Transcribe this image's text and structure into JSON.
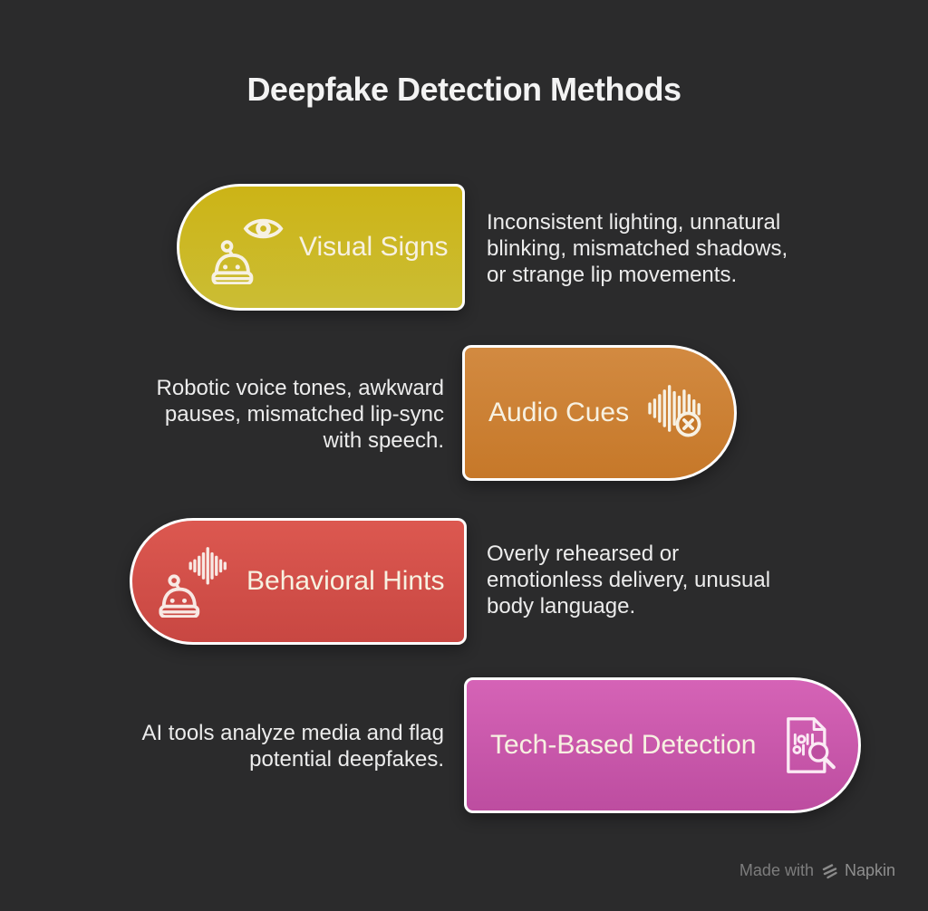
{
  "title": "Deepfake Detection Methods",
  "background_color": "#2b2b2c",
  "border_color": "#fdfdfd",
  "cards": [
    {
      "label": "Visual Signs",
      "description": "Inconsistent lighting, unnatural\nblinking, mismatched shadows,\nor strange lip movements.",
      "icon": "robot-eye-icon",
      "side": "left",
      "color_top": "#ccb416",
      "color_bottom": "#cbbd34"
    },
    {
      "label": "Audio Cues",
      "description": "Robotic voice tones, awkward\npauses, mismatched lip-sync\nwith speech.",
      "icon": "audio-muted-icon",
      "side": "right",
      "color_top": "#d28a41",
      "color_bottom": "#c67829"
    },
    {
      "label": "Behavioral Hints",
      "description": "Overly rehearsed or\nemotionless delivery, unusual\nbody language.",
      "icon": "robot-voice-icon",
      "side": "left",
      "color_top": "#dc5850",
      "color_bottom": "#c84742"
    },
    {
      "label": "Tech-Based Detection",
      "description": "AI tools analyze media and flag\npotential deepfakes.",
      "icon": "document-scan-icon",
      "side": "right",
      "color_top": "#d563b6",
      "color_bottom": "#bd4da0"
    }
  ],
  "watermark": {
    "prefix": "Made with",
    "brand": "Napkin"
  }
}
